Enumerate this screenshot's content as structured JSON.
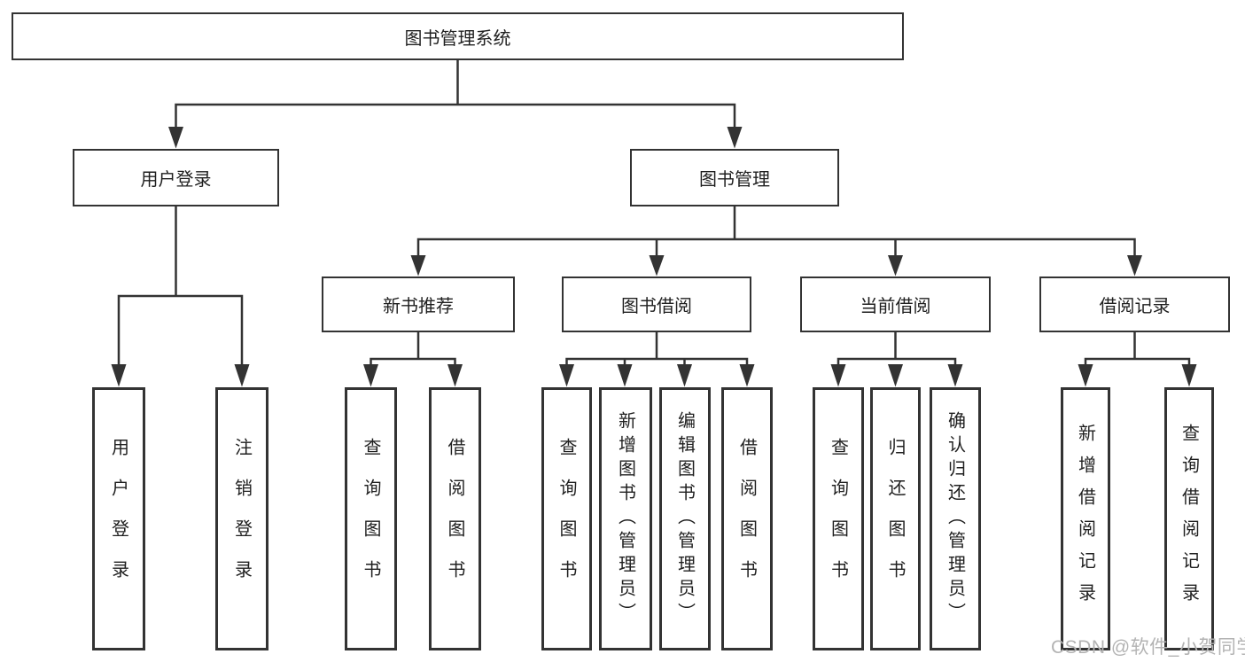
{
  "colors": {
    "line": "#333333",
    "node_border": "#333333",
    "text": "#1f1f1f",
    "watermark": "#b3b3b3",
    "background": "#ffffff"
  },
  "tree": {
    "label": "图书管理系统",
    "children": [
      {
        "label": "用户登录",
        "children": [
          {
            "label": "用户登录"
          },
          {
            "label": "注销登录"
          }
        ]
      },
      {
        "label": "图书管理",
        "children": [
          {
            "label": "新书推荐",
            "children": [
              {
                "label": "查询图书"
              },
              {
                "label": "借阅图书"
              }
            ]
          },
          {
            "label": "图书借阅",
            "children": [
              {
                "label": "查询图书"
              },
              {
                "label": "新增图书（管理员）"
              },
              {
                "label": "编辑图书（管理员）"
              },
              {
                "label": "借阅图书"
              }
            ]
          },
          {
            "label": "当前借阅",
            "children": [
              {
                "label": "查询图书"
              },
              {
                "label": "归还图书"
              },
              {
                "label": "确认归还（管理员）"
              }
            ]
          },
          {
            "label": "借阅记录",
            "children": [
              {
                "label": "新增借阅记录"
              },
              {
                "label": "查询借阅记录"
              }
            ]
          }
        ]
      }
    ]
  },
  "watermark": {
    "text": "CSDN @软件_小贺同学"
  }
}
